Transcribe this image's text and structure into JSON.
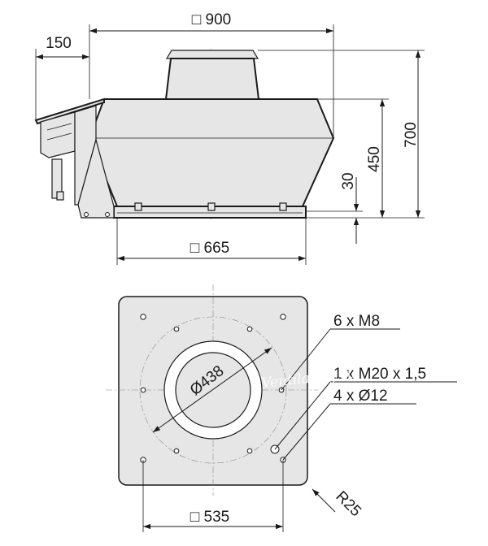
{
  "side_view": {
    "dim_top": "□ 900",
    "dim_left_overhang": "150",
    "dim_total_height": "700",
    "dim_housing_height": "450",
    "dim_base_height": "30",
    "dim_base_width": "□ 665"
  },
  "base_plate": {
    "bolt_holes_label": "6 x M8",
    "drain_thread_label": "1 x M20 x 1,5",
    "mount_holes_label": "4 x Ø12",
    "opening_diameter": "Ø438",
    "mount_spacing": "□ 535",
    "corner_radius": "R25"
  },
  "watermark": "Ventilatory.ru",
  "colors": {
    "line": "#1a1a1a",
    "fill": "#e6e6e6",
    "background": "#ffffff"
  }
}
